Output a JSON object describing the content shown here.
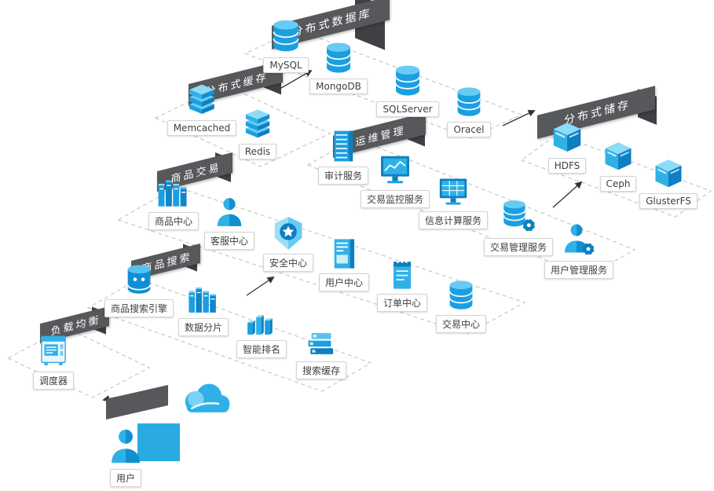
{
  "banners": {
    "db": "分布式数据库",
    "cache": "分布式缓存",
    "ops": "运维管理",
    "storage": "分布式储存",
    "trade": "商品交易",
    "search": "商品搜索",
    "lb": "负载均衡"
  },
  "nodes": {
    "mysql": "MySQL",
    "mongodb": "MongoDB",
    "sqlserver": "SQLServer",
    "oracel": "Oracel",
    "memcached": "Memcached",
    "redis": "Redis",
    "audit": "审计服务",
    "monitor": "交易监控服务",
    "info": "信息计算服务",
    "trade_mgmt": "交易管理服务",
    "user_mgmt": "用户管理服务",
    "hdfs": "HDFS",
    "ceph": "Ceph",
    "glusterfs": "GlusterFS",
    "goods": "商品中心",
    "service": "客服中心",
    "security": "安全中心",
    "user_center": "用户中心",
    "order": "订单中心",
    "trade_center": "交易中心",
    "search_engine": "商品搜索引擎",
    "sharding": "数据分片",
    "ranking": "智能排名",
    "search_cache": "搜索缓存",
    "scheduler": "调度器",
    "user": "用户"
  },
  "colors": {
    "accent": "#29ABE2",
    "banner": "#57585B",
    "dash": "#C8C8C8"
  }
}
